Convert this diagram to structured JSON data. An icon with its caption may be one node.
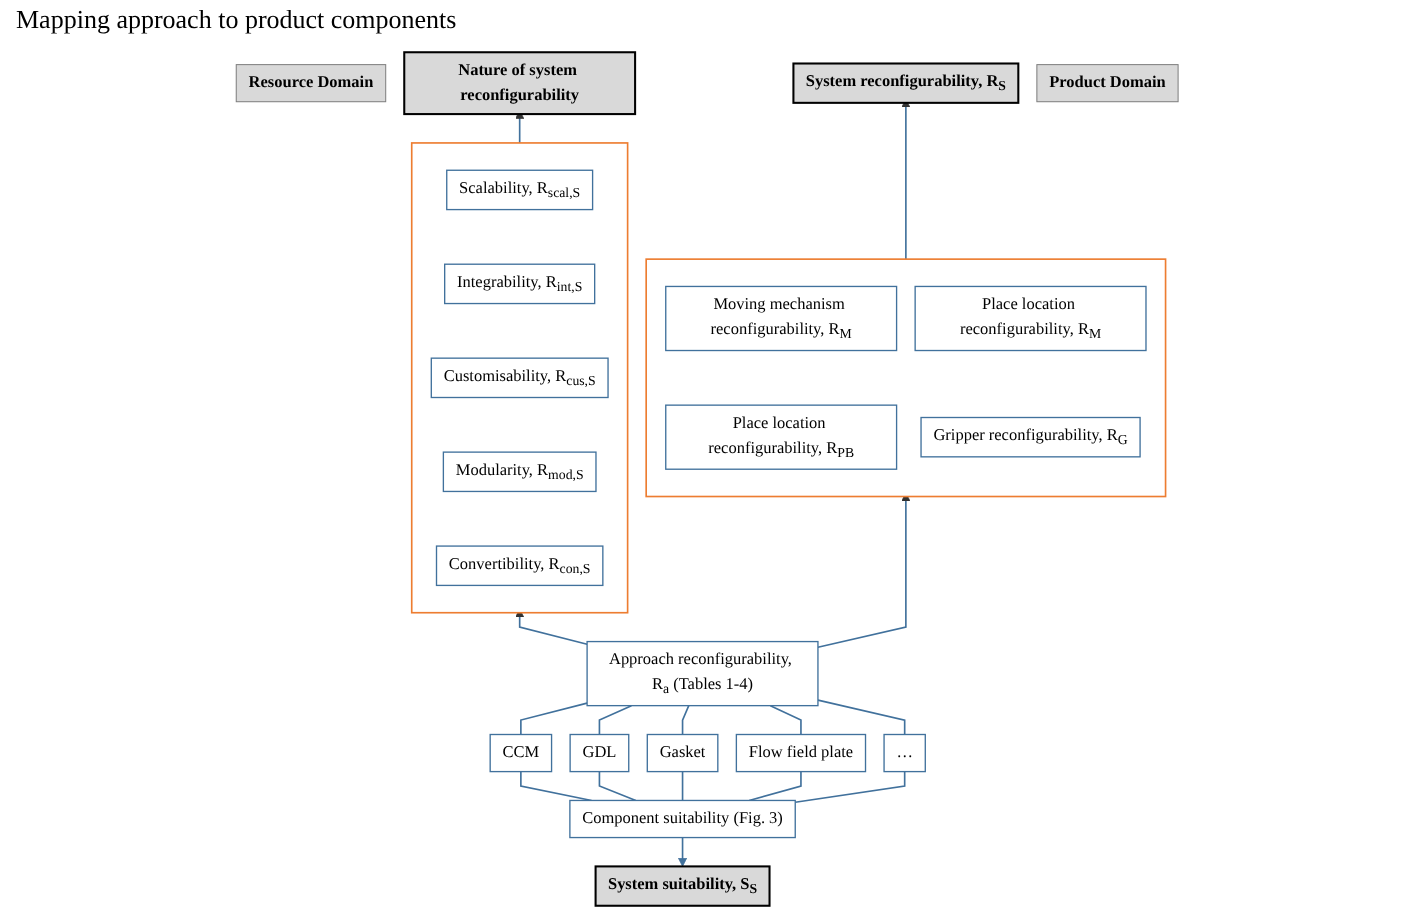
{
  "diagram": {
    "nodes": [
      {
        "text": [
          "Resource Domain"
        ]
      },
      {
        "text": [
          "Nature of system reconfigurability"
        ]
      },
      {
        "text": [
          "System reconfigurability, R$_{S}$"
        ]
      },
      {
        "text": [],
        "shape": "box"
      },
      {
        "text": [
          "Scalability, R$_{scal,S}$"
        ],
        "in": 3
      },
      {
        "text": [
          "Integrability, R$_{int,S}$"
        ],
        "in": 3
      },
      {
        "text": [
          "Customisability, R$_{cus,S}$"
        ],
        "in": 3
      },
      {
        "text": [
          "Modularity, R$_{mod,S}$"
        ],
        "in": 3
      },
      {
        "text": [
          "Convertibility, R$_{con,S}$"
        ],
        "in": 3
      },
      {
        "text": [],
        "shape": "box"
      },
      {
        "text": [
          "Moving mechanism reconfigurability, R$_{M}$"
        ],
        "in": 9
      },
      {
        "text": [
          "Place location reconfigurability, R$_{M}$"
        ],
        "in": 9
      },
      {
        "text": [
          "Place location reconfigurability, R$_{PB}$"
        ],
        "in": 9
      },
      {
        "text": [
          "Gripper reconfigurability, R$_{G}$"
        ],
        "in": 9
      },
      {
        "text": [
          "Approach reconfigurability, R$_{a}$ (Tables 1-4)"
        ]
      },
      {
        "text": [
          "Product Domain"
        ]
      },
      {
        "text": [
          "CCM"
        ]
      },
      {
        "text": [
          "GDL"
        ]
      },
      {
        "text": [
          "Gasket"
        ]
      },
      {
        "text": [
          "Flow field plate"
        ]
      },
      {
        "text": [
          "…"
        ]
      },
      {
        "text": [
          "Component suitability (Fig. 3)"
        ]
      },
      {
        "text": [
          "System suitability, S$_{S}$"
        ]
      }
    ],
    "edges": [
      {
        "from": 3,
        "to": 1,
        "arrow": "to"
      },
      {
        "from": 9,
        "to": 2,
        "arrow": "to"
      },
      {
        "from": 14,
        "to": 3,
        "arrow": "to"
      },
      {
        "from": 14,
        "to": 9,
        "arrow": "to"
      },
      {
        "from": 14,
        "to": 16,
        "arrow": "none"
      },
      {
        "from": 14,
        "to": 17,
        "arrow": "none"
      },
      {
        "from": 14,
        "to": 18,
        "arrow": "none"
      },
      {
        "from": 14,
        "to": 19,
        "arrow": "none"
      },
      {
        "from": 14,
        "to": 20,
        "arrow": "none"
      },
      {
        "from": 16,
        "to": 21,
        "arrow": "none"
      },
      {
        "from": 17,
        "to": 21,
        "arrow": "none"
      },
      {
        "from": 18,
        "to": 21,
        "arrow": "none"
      },
      {
        "from": 19,
        "to": 21,
        "arrow": "none"
      },
      {
        "from": 20,
        "to": 21,
        "arrow": "none"
      },
      {
        "from": 21,
        "to": 22,
        "arrow": "to"
      }
    ],
    "labels": [
      "Mapping approach to product components"
    ]
  }
}
